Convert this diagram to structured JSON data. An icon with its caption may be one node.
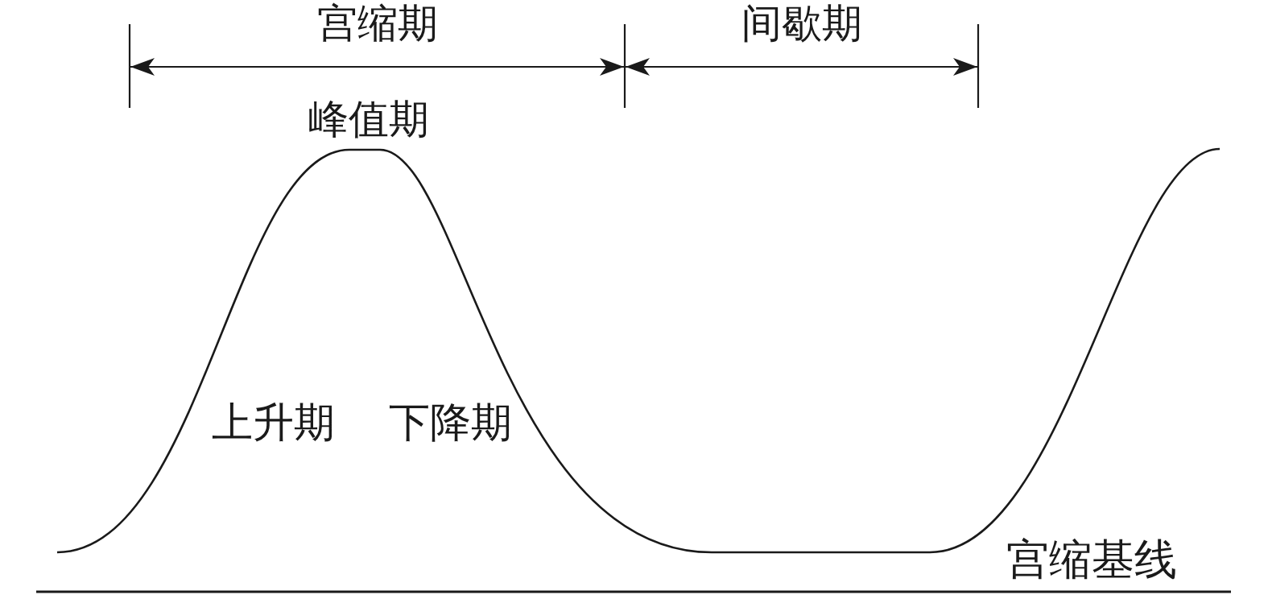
{
  "diagram": {
    "labels": [
      "宫缩期",
      "间歇期",
      "峰值期",
      "上升期",
      "下降期",
      "宫缩基线"
    ]
  }
}
